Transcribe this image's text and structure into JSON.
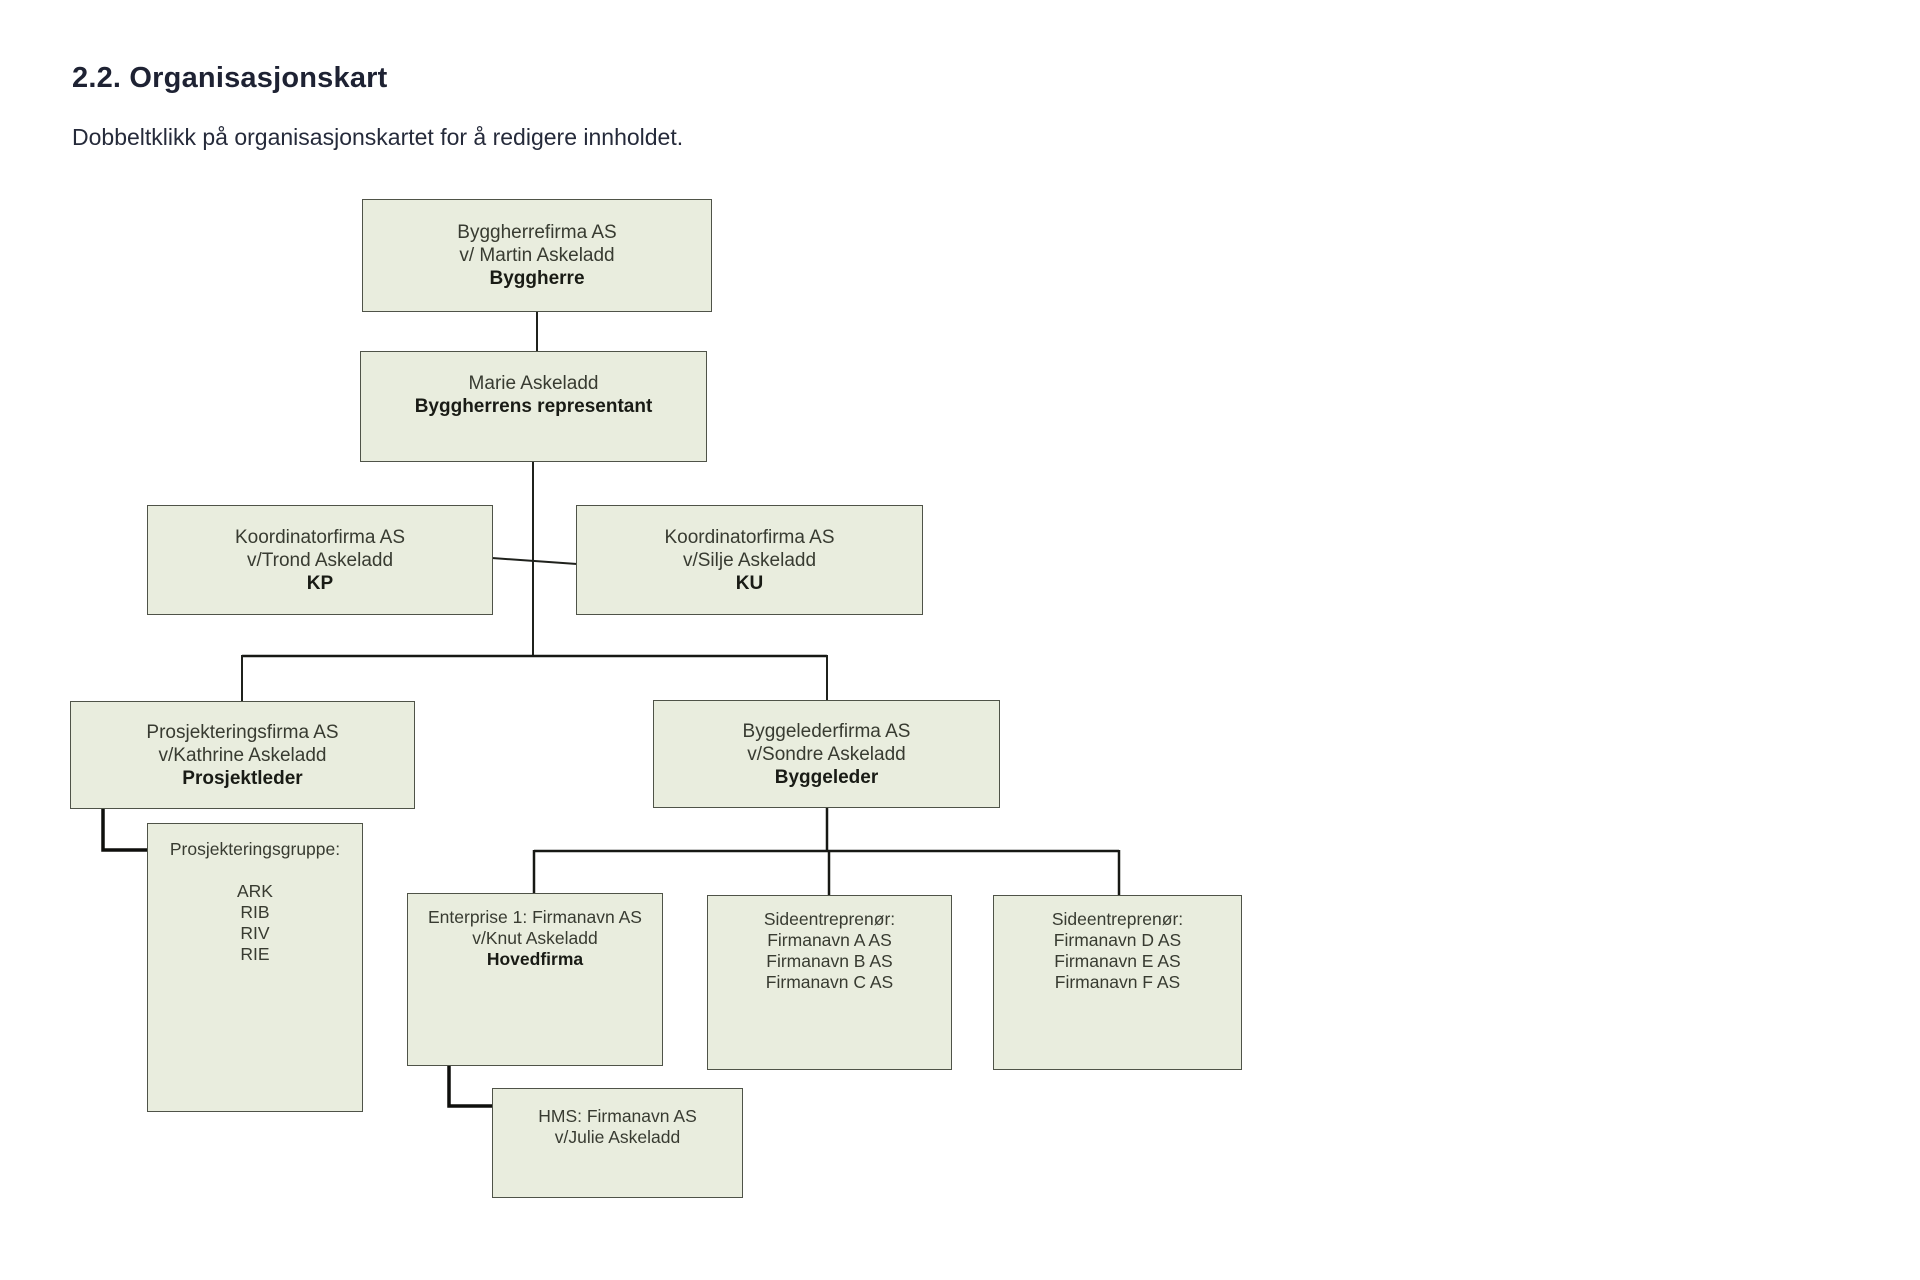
{
  "page": {
    "heading": "2.2. Organisasjonskart",
    "instruction": "Dobbeltklikk på organisasjonskartet for å redigere innholdet."
  },
  "colors": {
    "box_fill": "#e9edde",
    "box_border": "#4f5348",
    "connector_line": "#1f211c",
    "heading_text": "#1e2233"
  },
  "org_chart": {
    "nodes": {
      "byggherre": {
        "lines": [
          "Byggherrefirma AS",
          "v/ Martin Askeladd"
        ],
        "role": "Byggherre"
      },
      "representant": {
        "lines": [
          "Marie Askeladd"
        ],
        "role": "Byggherrens representant"
      },
      "kp": {
        "lines": [
          "Koordinatorfirma AS",
          "v/Trond Askeladd"
        ],
        "role": "KP"
      },
      "ku": {
        "lines": [
          "Koordinatorfirma AS",
          "v/Silje Askeladd"
        ],
        "role": "KU"
      },
      "prosjektleder": {
        "lines": [
          "Prosjekteringsfirma AS",
          "v/Kathrine Askeladd"
        ],
        "role": "Prosjektleder"
      },
      "byggeleder": {
        "lines": [
          "Byggelederfirma AS",
          "v/Sondre Askeladd"
        ],
        "role": "Byggeleder"
      },
      "prosjekteringsgruppe": {
        "header": "Prosjekteringsgruppe:",
        "members": [
          "ARK",
          "RIB",
          "RIV",
          "RIE"
        ]
      },
      "hovedfirma": {
        "lines": [
          "Enterprise 1: Firmanavn AS",
          "v/Knut Askeladd"
        ],
        "role": "Hovedfirma"
      },
      "sideentreprenor_abc": {
        "lines": [
          "Sideentreprenør:",
          "Firmanavn A AS",
          "Firmanavn B AS",
          "Firmanavn C AS"
        ]
      },
      "sideentreprenor_def": {
        "lines": [
          "Sideentreprenør:",
          "Firmanavn D AS",
          "Firmanavn E AS",
          "Firmanavn F AS"
        ]
      },
      "hms": {
        "lines": [
          "HMS: Firmanavn AS",
          "v/Julie Askeladd"
        ]
      }
    }
  }
}
